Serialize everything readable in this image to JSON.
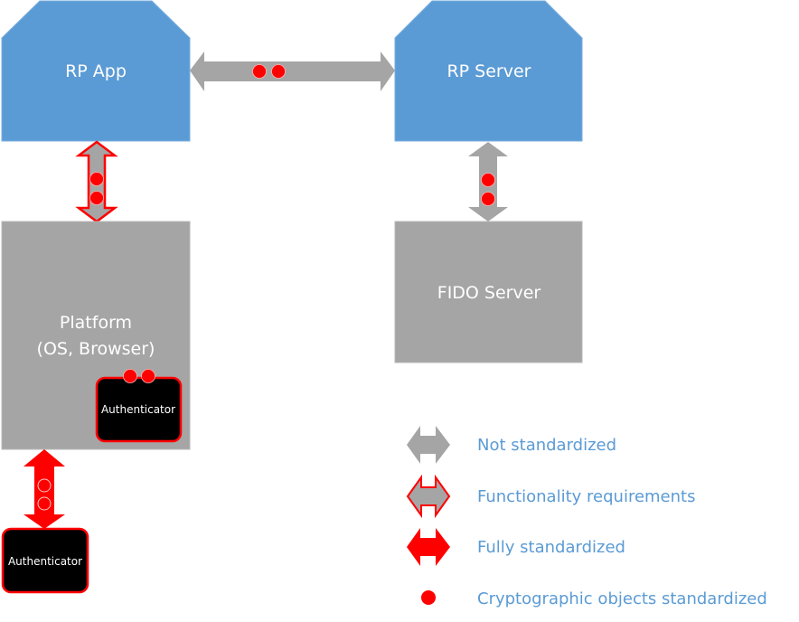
{
  "colors": {
    "blue": "#5b9bd5",
    "gray": "#a5a5a5",
    "red": "#ff0000",
    "black": "#000000",
    "legend_text": "#5b9bd5"
  },
  "nodes": {
    "rp_app": {
      "label": "RP App"
    },
    "rp_server": {
      "label": "RP Server"
    },
    "platform": {
      "line1": "Platform",
      "line2": "(OS, Browser)"
    },
    "fido_server": {
      "label": "FIDO Server"
    },
    "internal_authenticator": {
      "label": "Authenticator"
    },
    "external_authenticator": {
      "label": "Authenticator"
    }
  },
  "connections": [
    {
      "from": "RP App",
      "to": "RP Server",
      "type": "not-standardized",
      "crypto_objects": 2
    },
    {
      "from": "RP App",
      "to": "Platform",
      "type": "functionality-requirements",
      "crypto_objects": 2
    },
    {
      "from": "RP Server",
      "to": "FIDO Server",
      "type": "not-standardized",
      "crypto_objects": 2
    },
    {
      "from": "Platform",
      "to": "Authenticator (external)",
      "type": "fully-standardized",
      "crypto_objects": 2
    },
    {
      "from": "Platform",
      "to": "Authenticator (internal)",
      "type": "embedded",
      "crypto_objects": 2
    }
  ],
  "legend": {
    "items": [
      {
        "icon": "gray-double-arrow-icon",
        "label": "Not standardized"
      },
      {
        "icon": "outlined-double-arrow-icon",
        "label": "Functionality requirements"
      },
      {
        "icon": "red-double-arrow-icon",
        "label": "Fully standardized"
      },
      {
        "icon": "red-dot-icon",
        "label": "Cryptographic objects standardized"
      }
    ]
  }
}
